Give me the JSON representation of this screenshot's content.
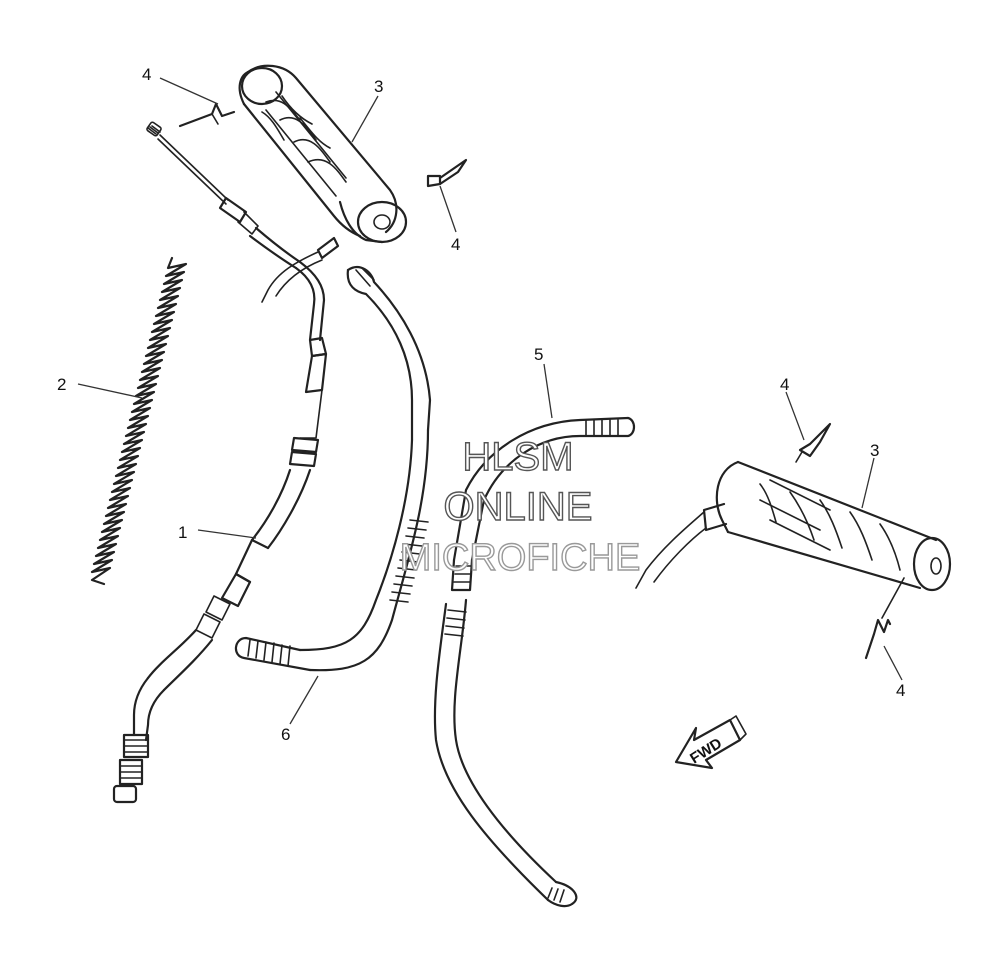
{
  "callouts": {
    "c1": "1",
    "c2": "2",
    "c3a": "3",
    "c3b": "3",
    "c4a": "4",
    "c4b": "4",
    "c4c": "4",
    "c4d": "4",
    "c5": "5",
    "c6": "6"
  },
  "watermark": {
    "line1": "HLSM",
    "line2": "ONLINE",
    "line3": "MICROFICHE"
  },
  "fwd_label": "FWD"
}
